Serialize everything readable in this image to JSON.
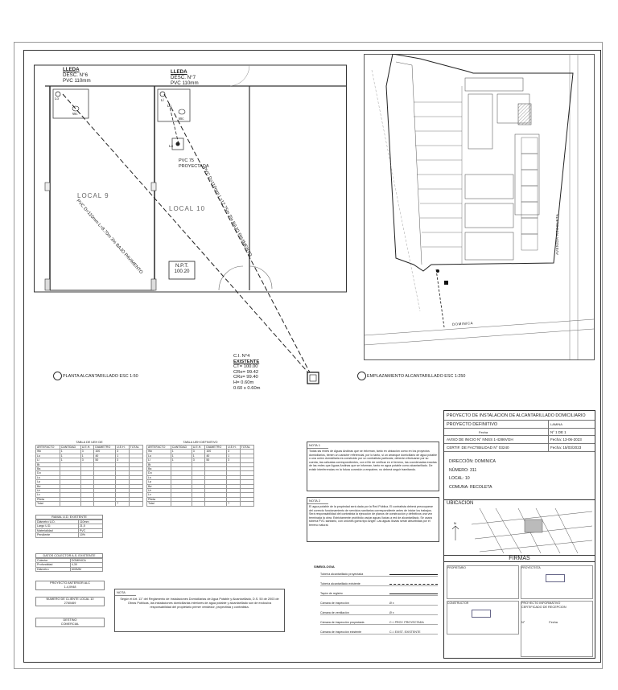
{
  "plan": {
    "lleda_a": {
      "title": "LLEDA",
      "desc": "DESC. N°6",
      "pipe": "PVC 110mm"
    },
    "lleda_b": {
      "title": "LLEDA",
      "desc": "DESC. N°7",
      "pipe": "PVC 110mm"
    },
    "local_left": "LOCAL 9",
    "local_right": "LOCAL 10",
    "pvc_75": "PVC 75",
    "proyectada": "PROYECTADA",
    "line_label_1": "PVC D=110mm L=8.70m 3% BAJO PAVIMENTO",
    "line_label_2": "PVC D=110mm L=12.75m 3% BAJO PAVIMENTO",
    "npt_label": "N.P.T.",
    "npt_value": "100.20",
    "ci": {
      "title": "C.I. N°4",
      "sub": "EXISTENTE",
      "ct": "CT= 100.00",
      "cr1": "CRe= 99.42",
      "cr2": "CRs= 99.40",
      "h": "H= 0.60m",
      "dims": "0.60 x 0.60m"
    },
    "fixtures": [
      "Lo",
      "Wc",
      "Ll",
      "Lo",
      "Wc",
      "Lo"
    ],
    "caption": "PLANTA ALCANTARILLADO ESC 1:50"
  },
  "site": {
    "caption": "EMPLAZAMIENTO ALCANTARILLADO ESC 1:250",
    "street_bottom": "DOMINICA",
    "street_right": "AVENIDA RECOLETA"
  },
  "title_block": {
    "project_title": "PROYECTO DE INSTALACION DE ALCANTARILLADO DOMICILIARIO",
    "proyecto": "PROYECTO DEFINITIVO",
    "lamina_label": "LAMINA",
    "lamina_value": "N° 1 DE 1",
    "fecha_label": "Fecha",
    "aviso": "AVISO DE INICIO N° NNSS 1-4286VGH",
    "aviso_fecha": "Fecha: 13-06-2023",
    "certif": "CERTIF. DE FACTIBILIDAD N° 03240",
    "certif_fecha": "Fecha: 15/03/2023",
    "direccion": "DIRECCIÓN: DOMINICA",
    "numero": "NÚMERO: 311",
    "local": "LOCAL: 10",
    "comuna": "COMUNA: RECOLETA",
    "ubicacion": "UBICACION",
    "firmas": "FIRMAS",
    "propietario": "PROPIETARIO",
    "proyectista": "PROYECTISTA",
    "constructor": "CONSTRUCTOR",
    "proyecto_informativo": "PROYECTO INFORMATIVO",
    "certificado": "CERTIFICADO DE RECEPCION",
    "n_label": "N°",
    "fecha2": "Fecha"
  },
  "tables": {
    "left_title": "TABLA DE UEH DE",
    "right_title": "TABLA UEH DEFINITIVO",
    "headers": [
      "ARTEFACTO",
      "CANTIDAD",
      "U.E.H.",
      "DIAMETRO",
      "U.E.H.",
      "TOTAL"
    ],
    "rows": [
      [
        "Wc",
        "1",
        "3",
        "100",
        "3",
        ""
      ],
      [
        "Lo",
        "1",
        "1",
        "40",
        "1",
        ""
      ],
      [
        "Ll",
        "1",
        "3",
        "50",
        "3",
        ""
      ],
      [
        "Bt",
        "",
        "",
        "",
        "",
        ""
      ],
      [
        "Ba",
        "",
        "",
        "",
        "",
        ""
      ],
      [
        "Du",
        "",
        "",
        "",
        "",
        ""
      ],
      [
        "Ls",
        "",
        "",
        "",
        "",
        ""
      ],
      [
        "Lp",
        "",
        "",
        "",
        "",
        ""
      ],
      [
        "Bd",
        "",
        "",
        "",
        "",
        ""
      ],
      [
        "Ur",
        "",
        "",
        "",
        "",
        ""
      ],
      [
        "Lv",
        "",
        "",
        "",
        "",
        ""
      ],
      [
        "Pileta",
        "",
        "",
        "",
        "",
        ""
      ],
      [
        "Total",
        "",
        "",
        "",
        "7",
        ""
      ]
    ]
  },
  "ramal": {
    "title": "RAMAL U.D. EXISTENTE",
    "rows": [
      [
        "Diámetro U.D.",
        "110mm"
      ],
      [
        "Largo U.D.",
        "21,5"
      ],
      [
        "Materialidad",
        "PVC"
      ],
      [
        "Pendiente",
        "10%"
      ]
    ]
  },
  "colector": {
    "title": "DATOS COLECTOR A.S. EXISTENTE",
    "rows": [
      [
        "Colector",
        "DOMINICA"
      ],
      [
        "Profundidad",
        "4,30"
      ],
      [
        "Diámetro",
        "600MM"
      ]
    ]
  },
  "info_boxes": {
    "proyecto_antiguo": "PROYECTO ANTERIOR ALC",
    "proyecto_antiguo_val": "1-4,0948",
    "numero_cliente": "NUMERO DE CLIENTE LOCAL 10",
    "numero_cliente_val": "2760469",
    "destino": "DESTINO",
    "destino_val": "COMERCIAL"
  },
  "nota_bottom": {
    "title": "NOTA",
    "text": "Según el Art. 11° del Reglamento de Instalaciones Domiciliarias de Agua Potable y Alcantarillado, D.S. 50 de 2003 de Obras Públicas, las instalaciones domiciliarias interiores de agua potable y alcantarillado son de exclusiva responsabilidad del propietario primer vendedor, proyectista y contratista."
  },
  "nota1": {
    "title": "NOTA 1",
    "text": "Todas las redes de Aguas Andinas que se informan, tanto en ubicación como en los proyectos domiciliarios, tienen un carácter referencial, por lo tanto, si un arranque domiciliario de agua potable o una unión domiciliaria es construido por un contratista particular, deberán efectuarse por su cuenta, las calicatas correspondientes, con el fin de verificar en el terreno, las coordenadas exactas de las redes que Aguas Andinas que se informan, tanto en agua potable como alcantarillado. De existir interferencias en la futura conexión a empalme, no deberá seguir tramitando."
  },
  "nota2": {
    "title": "NOTA 2",
    "text": "El agua potable de la propiedad será dada por la Red Pública. El contratista deberá preocuparse del correcto funcionamiento de servicios sanitarios correspondiente antes de iniciar los trabajos. Será responsabilidad del contratista la ejecución de planos de construcción y definitivos una vez terminada la obra. Estrictamente prohibido vaciar aguas lluvias a red de alcantarillado. Se usará tubería PVC sanitario, con uniones goma tipo Anger. Las aguas lluvias serán absorbidas por el terreno natural."
  },
  "simbologia": {
    "title": "SIMBOLOGIA",
    "items": [
      "Tubería alcantarillado proyectada",
      "Tubería alcantarillado existente",
      "Tapón de registro",
      "Cámara de inspección",
      "Cámara de ventilación",
      "Cámara de inspección proyectada",
      "Cámara de inspección existente"
    ],
    "symbols": [
      "",
      "",
      "",
      "Ø x",
      "Ø x",
      "C.I. PROY. PROYECTADA",
      "C.I. EXIST. EXISTENTE"
    ]
  }
}
